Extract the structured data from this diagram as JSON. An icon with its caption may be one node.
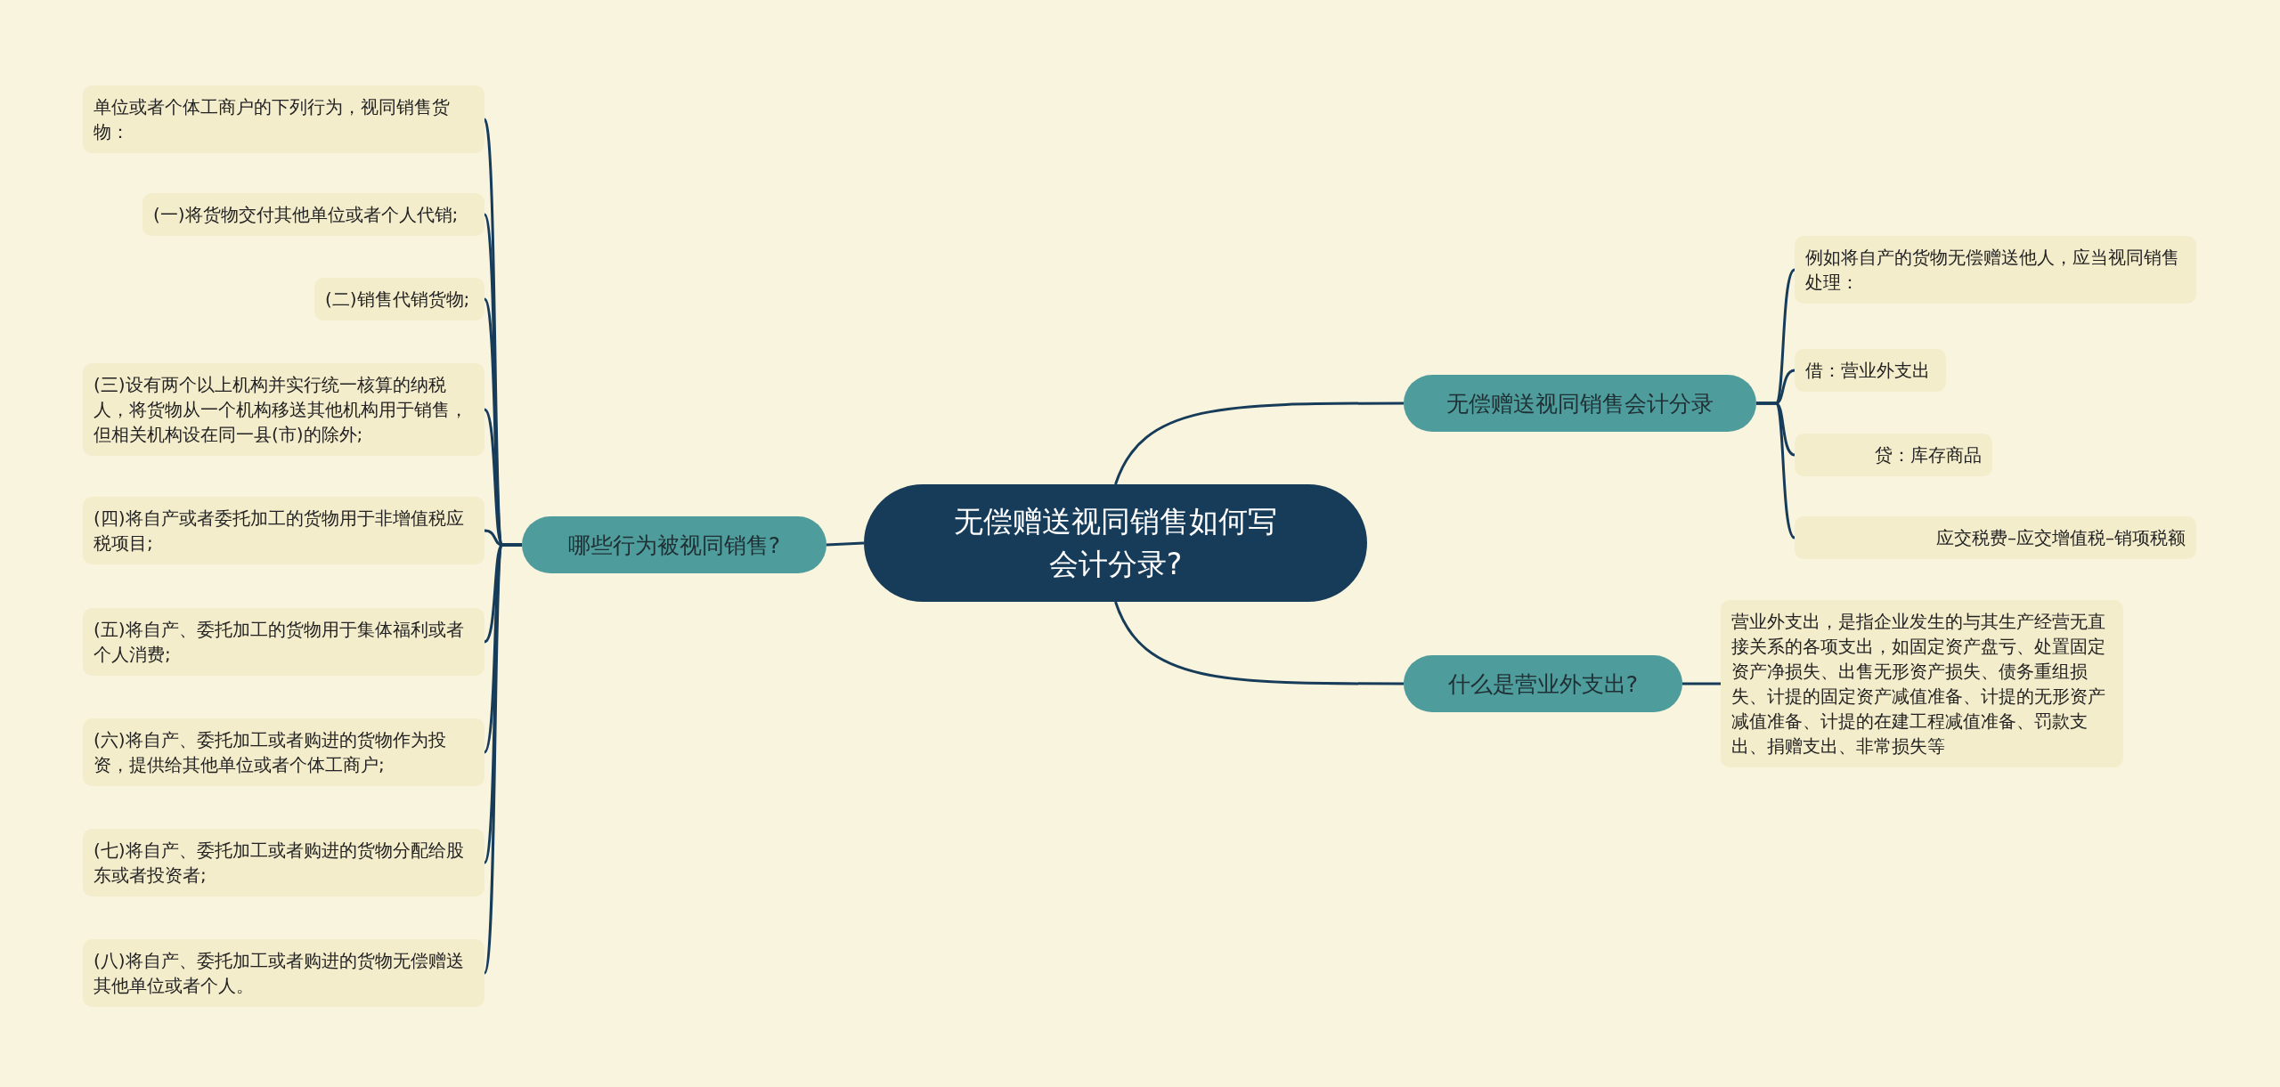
{
  "diagram": {
    "nodes": [
      {
        "text": [
          "无偿赠送视同销售如何写会计分录?"
        ]
      },
      {
        "text": [
          "哪些行为被视同销售?"
        ]
      },
      {
        "text": [
          "单位或者个体工商户的下列行为，视同销售货物："
        ]
      },
      {
        "text": [
          "(一)将货物交付其他单位或者个人代销;"
        ]
      },
      {
        "text": [
          "(二)销售代销货物;"
        ]
      },
      {
        "text": [
          "(三)设有两个以上机构并实行统一核算的纳税人，将货物从一个机构移送其他机构用于销售，但相关机构设在同一县(市)的除外;"
        ]
      },
      {
        "text": [
          "(四)将自产或者委托加工的货物用于非增值税应税项目;"
        ]
      },
      {
        "text": [
          "(五)将自产、委托加工的货物用于集体福利或者个人消费;"
        ]
      },
      {
        "text": [
          "(六)将自产、委托加工或者购进的货物作为投资，提供给其他单位或者个体工商户;"
        ]
      },
      {
        "text": [
          "(七)将自产、委托加工或者购进的货物分配给股东或者投资者;"
        ]
      },
      {
        "text": [
          "(八)将自产、委托加工或者购进的货物无偿赠送其他单位或者个人。"
        ]
      },
      {
        "text": [
          "无偿赠送视同销售会计分录"
        ]
      },
      {
        "text": [
          "例如将自产的货物无偿赠送他人，应当视同销售处理："
        ]
      },
      {
        "text": [
          "借：营业外支出"
        ]
      },
      {
        "text": [
          "贷：库存商品"
        ]
      },
      {
        "text": [
          "应交税费–应交增值税–销项税额"
        ]
      },
      {
        "text": [
          "什么是营业外支出?"
        ]
      },
      {
        "text": [
          "营业外支出，是指企业发生的与其生产经营无直接关系的各项支出，如固定资产盘亏、处置固定资产净损失、出售无形资产损失、债务重组损失、计提的固定资产减值准备、计提的无形资产减值准备、计提的在建工程减值准备、罚款支出、捐赠支出、非常损失等"
        ]
      }
    ],
    "edges": [
      {
        "from": 0,
        "to": 1,
        "arrow": "none"
      },
      {
        "from": 1,
        "to": 2,
        "arrow": "none"
      },
      {
        "from": 1,
        "to": 3,
        "arrow": "none"
      },
      {
        "from": 1,
        "to": 4,
        "arrow": "none"
      },
      {
        "from": 1,
        "to": 5,
        "arrow": "none"
      },
      {
        "from": 1,
        "to": 6,
        "arrow": "none"
      },
      {
        "from": 1,
        "to": 7,
        "arrow": "none"
      },
      {
        "from": 1,
        "to": 8,
        "arrow": "none"
      },
      {
        "from": 1,
        "to": 9,
        "arrow": "none"
      },
      {
        "from": 1,
        "to": 10,
        "arrow": "none"
      },
      {
        "from": 0,
        "to": 11,
        "arrow": "none"
      },
      {
        "from": 11,
        "to": 12,
        "arrow": "none"
      },
      {
        "from": 11,
        "to": 13,
        "arrow": "none"
      },
      {
        "from": 11,
        "to": 14,
        "arrow": "none"
      },
      {
        "from": 11,
        "to": 15,
        "arrow": "none"
      },
      {
        "from": 0,
        "to": 16,
        "arrow": "none"
      },
      {
        "from": 16,
        "to": 17,
        "arrow": "none"
      }
    ]
  }
}
